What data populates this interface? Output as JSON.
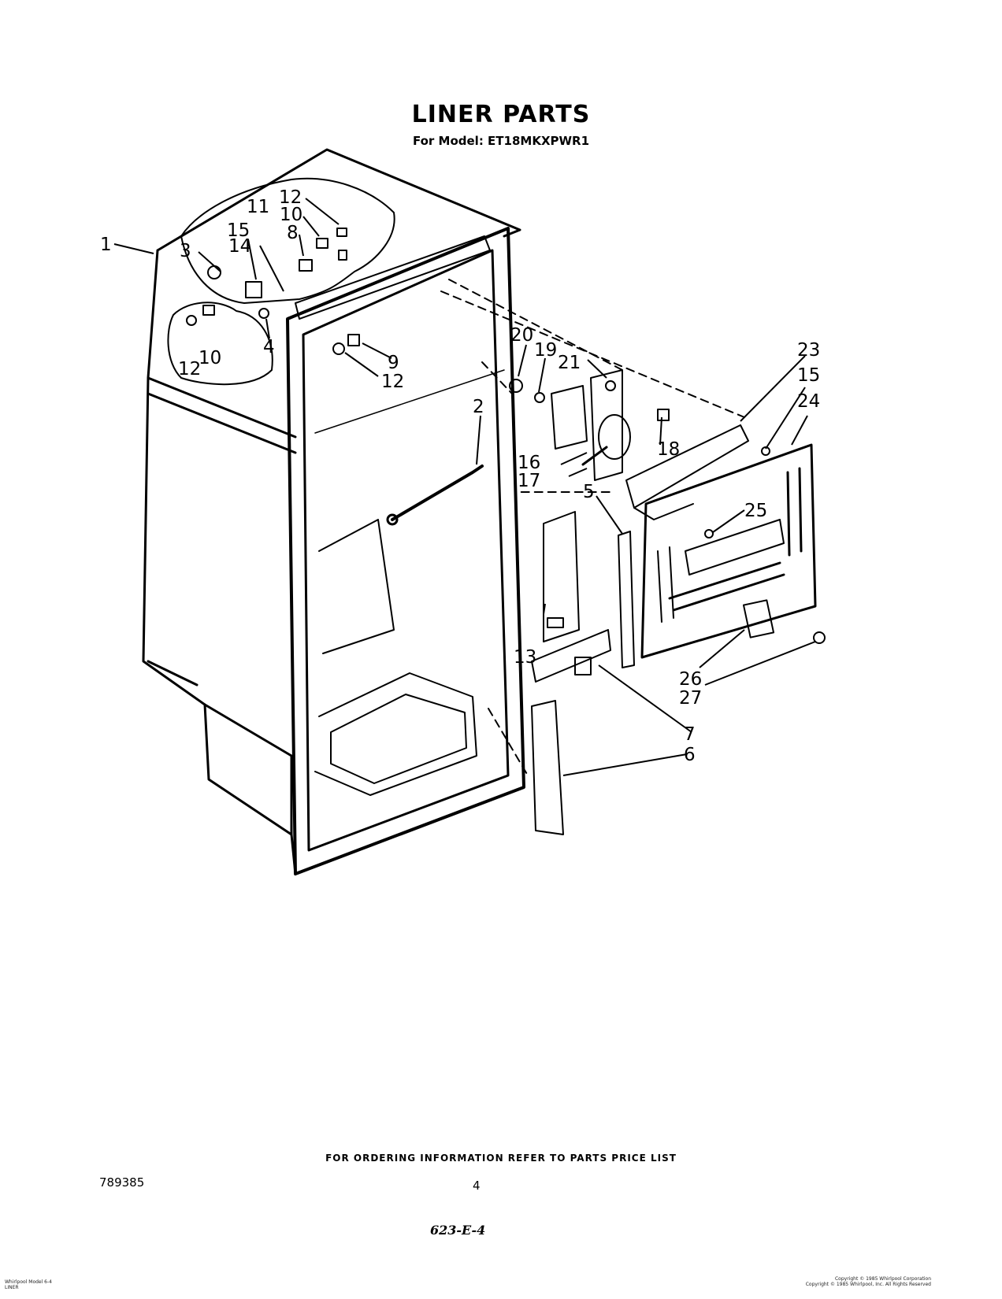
{
  "header": {
    "title": "LINER PARTS",
    "model_line": "For Model: ET18MKXPWR1"
  },
  "callouts": {
    "c1": "1",
    "c2": "2",
    "c3": "3",
    "c4": "4",
    "c5": "5",
    "c6": "6",
    "c7": "7",
    "c8": "8",
    "c9": "9",
    "c10a": "10",
    "c10b": "10",
    "c11": "11",
    "c12a": "12",
    "c12b": "12",
    "c12c": "12",
    "c13": "13",
    "c14": "14",
    "c15a": "15",
    "c15b": "15",
    "c16": "16",
    "c17": "17",
    "c18": "18",
    "c19": "19",
    "c20": "20",
    "c21": "21",
    "c23": "23",
    "c24": "24",
    "c25": "25",
    "c26": "26",
    "c27": "27"
  },
  "footer": {
    "ordering_note": "FOR ORDERING INFORMATION REFER TO PARTS PRICE LIST",
    "doc_number": "789385",
    "page_number": "4",
    "handwritten_code": "623-E-4",
    "small_left": [
      "Whirlpool Model 6-4",
      "LINER"
    ],
    "small_right": [
      "Copyright © 1985 Whirlpool Corporation",
      "Copyright © 1985 Whirlpool, Inc. All Rights Reserved"
    ]
  }
}
